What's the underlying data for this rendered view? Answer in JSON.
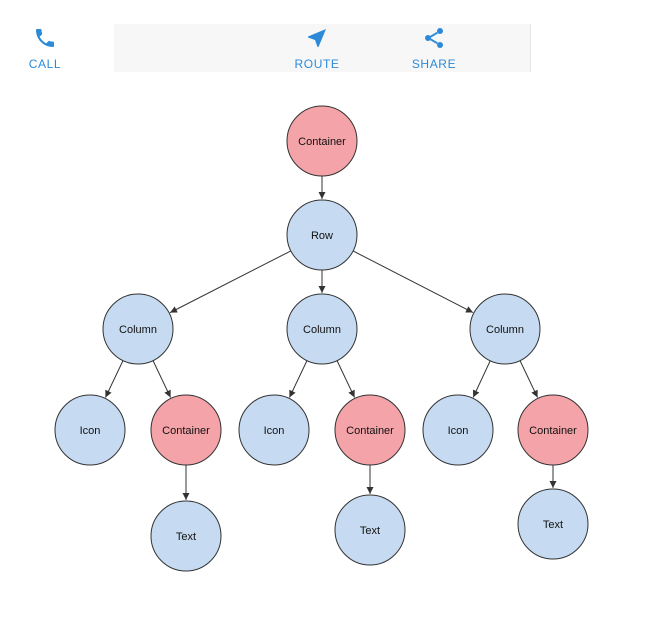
{
  "actions": [
    {
      "id": "call",
      "label": "CALL",
      "icon": "phone-icon"
    },
    {
      "id": "route",
      "label": "ROUTE",
      "icon": "navigation-arrow-icon"
    },
    {
      "id": "share",
      "label": "SHARE",
      "icon": "share-icon"
    }
  ],
  "colors": {
    "accent": "#2c8ad8",
    "container_fill": "#f4a3a8",
    "widget_fill": "#c6dbf1",
    "stroke": "#333333"
  },
  "tree": {
    "nodes": [
      {
        "id": "n0",
        "label": "Container",
        "kind": "container"
      },
      {
        "id": "n1",
        "label": "Row",
        "kind": "widget"
      },
      {
        "id": "n2",
        "label": "Column",
        "kind": "widget"
      },
      {
        "id": "n3",
        "label": "Column",
        "kind": "widget"
      },
      {
        "id": "n4",
        "label": "Column",
        "kind": "widget"
      },
      {
        "id": "n5",
        "label": "Icon",
        "kind": "widget"
      },
      {
        "id": "n6",
        "label": "Container",
        "kind": "container"
      },
      {
        "id": "n7",
        "label": "Icon",
        "kind": "widget"
      },
      {
        "id": "n8",
        "label": "Container",
        "kind": "container"
      },
      {
        "id": "n9",
        "label": "Icon",
        "kind": "widget"
      },
      {
        "id": "n10",
        "label": "Container",
        "kind": "container"
      },
      {
        "id": "n11",
        "label": "Text",
        "kind": "widget"
      },
      {
        "id": "n12",
        "label": "Text",
        "kind": "widget"
      },
      {
        "id": "n13",
        "label": "Text",
        "kind": "widget"
      }
    ],
    "edges": [
      [
        "n0",
        "n1"
      ],
      [
        "n1",
        "n2"
      ],
      [
        "n1",
        "n3"
      ],
      [
        "n1",
        "n4"
      ],
      [
        "n2",
        "n5"
      ],
      [
        "n2",
        "n6"
      ],
      [
        "n3",
        "n7"
      ],
      [
        "n3",
        "n8"
      ],
      [
        "n4",
        "n9"
      ],
      [
        "n4",
        "n10"
      ],
      [
        "n6",
        "n11"
      ],
      [
        "n8",
        "n12"
      ],
      [
        "n10",
        "n13"
      ]
    ]
  }
}
